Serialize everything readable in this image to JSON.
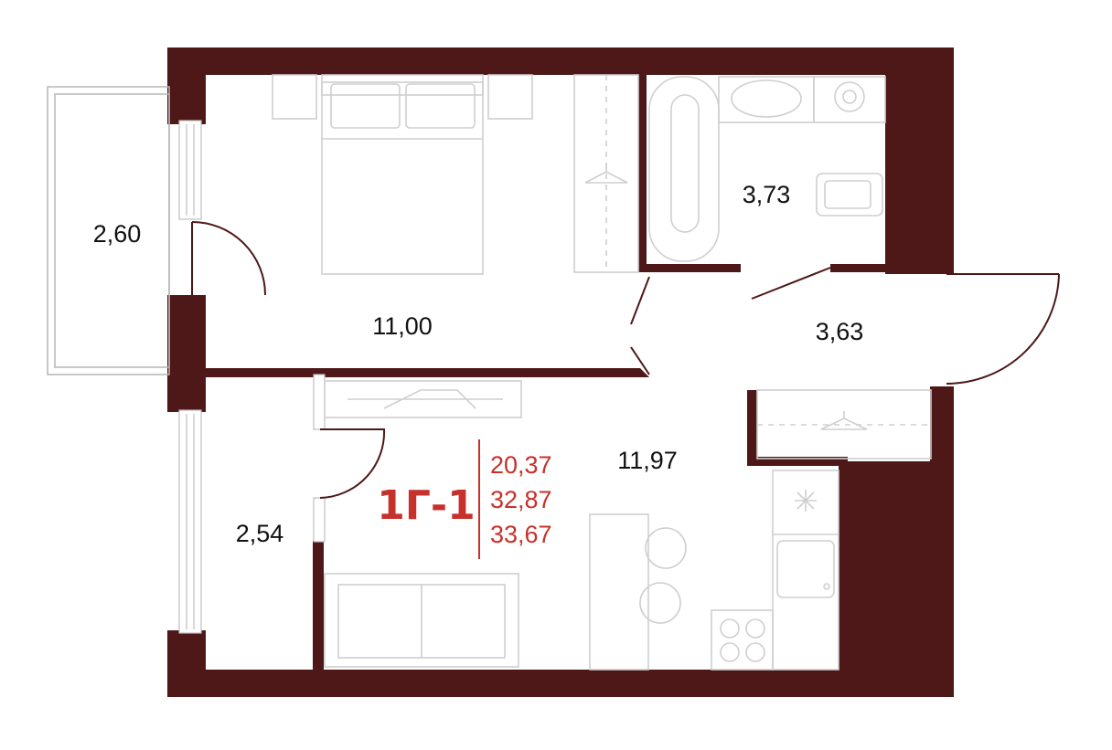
{
  "colors": {
    "wall": "#4e1818",
    "accent": "#c7312b",
    "text": "#111111",
    "furniture": "#cfcfcf"
  },
  "apartment": {
    "code": "1Г-1",
    "areas": [
      "20,37",
      "32,87",
      "33,67"
    ]
  },
  "rooms": {
    "balcony": "2,60",
    "bedroom": "11,00",
    "bathroom": "3,73",
    "hallway": "3,63",
    "kitchen_living": "11,97",
    "loggia": "2,54"
  }
}
